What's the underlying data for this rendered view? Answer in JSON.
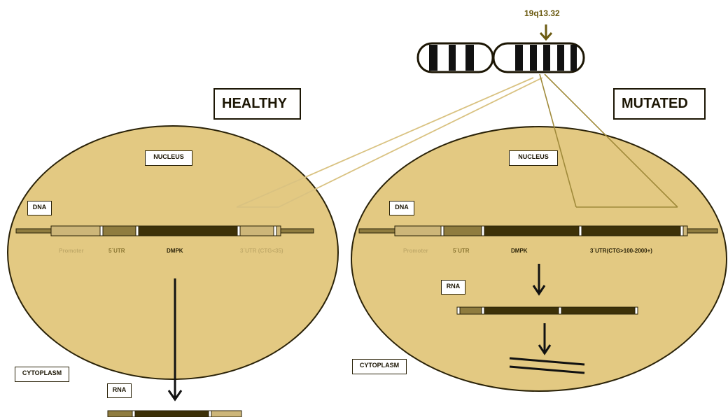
{
  "locus": "19q13.32",
  "panels": {
    "healthy": {
      "title": "HEALTHY",
      "nucleus_label": "NUCLEUS",
      "dna_label": "DNA",
      "cytoplasm_label": "CYTOPLASM",
      "rna_label": "RNA",
      "segments": {
        "promoter": "Promoter",
        "utr5": "5´UTR",
        "gene": "DMPK",
        "utr3": "3´UTR (CTG<35)"
      }
    },
    "mutated": {
      "title": "MUTATED",
      "nucleus_label": "NUCLEUS",
      "dna_label": "DNA",
      "cytoplasm_label": "CYTOPLASM",
      "rna_label": "RNA",
      "segments": {
        "promoter": "Promoter",
        "utr5": "5´UTR",
        "gene": "DMPK",
        "utr3": "3´UTR(CTG>100-2000+)"
      }
    }
  },
  "colors": {
    "cell_fill": "#e3c982",
    "cell_stroke": "#2a2208",
    "dark_segment": "#3d3108",
    "light_segment": "#cdb679",
    "mid_segment": "#8f7c3f",
    "accent": "#6b5a10",
    "zoom_line_light": "#d9c281",
    "zoom_line_dark": "#a08a3a"
  }
}
